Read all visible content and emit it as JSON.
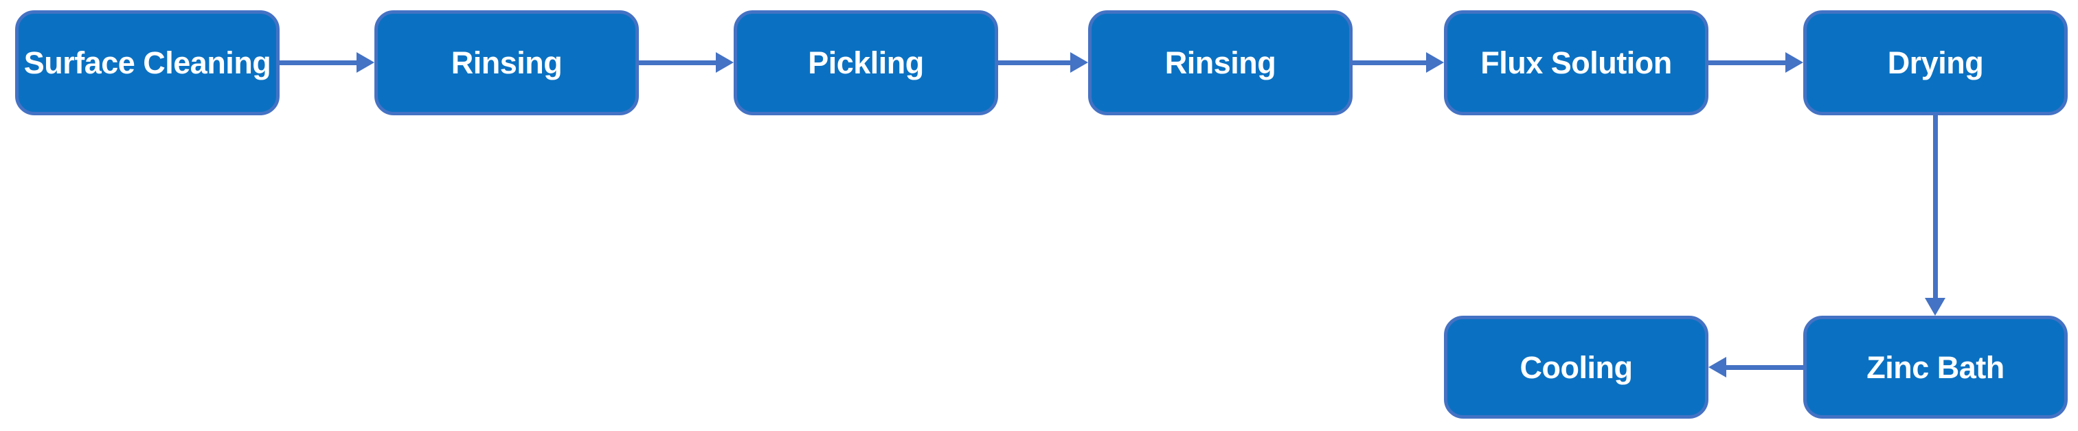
{
  "diagram": {
    "type": "flowchart",
    "nodes": [
      {
        "id": "surface-cleaning",
        "label": "Surface Cleaning"
      },
      {
        "id": "rinsing-1",
        "label": "Rinsing"
      },
      {
        "id": "pickling",
        "label": "Pickling"
      },
      {
        "id": "rinsing-2",
        "label": "Rinsing"
      },
      {
        "id": "flux-solution",
        "label": "Flux Solution"
      },
      {
        "id": "drying",
        "label": "Drying"
      },
      {
        "id": "cooling",
        "label": "Cooling"
      },
      {
        "id": "zinc-bath",
        "label": "Zinc Bath"
      }
    ],
    "edges": [
      {
        "from": "surface-cleaning",
        "to": "rinsing-1",
        "direction": "right"
      },
      {
        "from": "rinsing-1",
        "to": "pickling",
        "direction": "right"
      },
      {
        "from": "pickling",
        "to": "rinsing-2",
        "direction": "right"
      },
      {
        "from": "rinsing-2",
        "to": "flux-solution",
        "direction": "right"
      },
      {
        "from": "flux-solution",
        "to": "drying",
        "direction": "right"
      },
      {
        "from": "drying",
        "to": "zinc-bath",
        "direction": "down"
      },
      {
        "from": "zinc-bath",
        "to": "cooling",
        "direction": "left"
      }
    ],
    "colors": {
      "node_fill": "#0a71c2",
      "node_border": "#4472c4",
      "arrow": "#4472c4",
      "label_text": "#ffffff",
      "background": "#ffffff"
    }
  }
}
